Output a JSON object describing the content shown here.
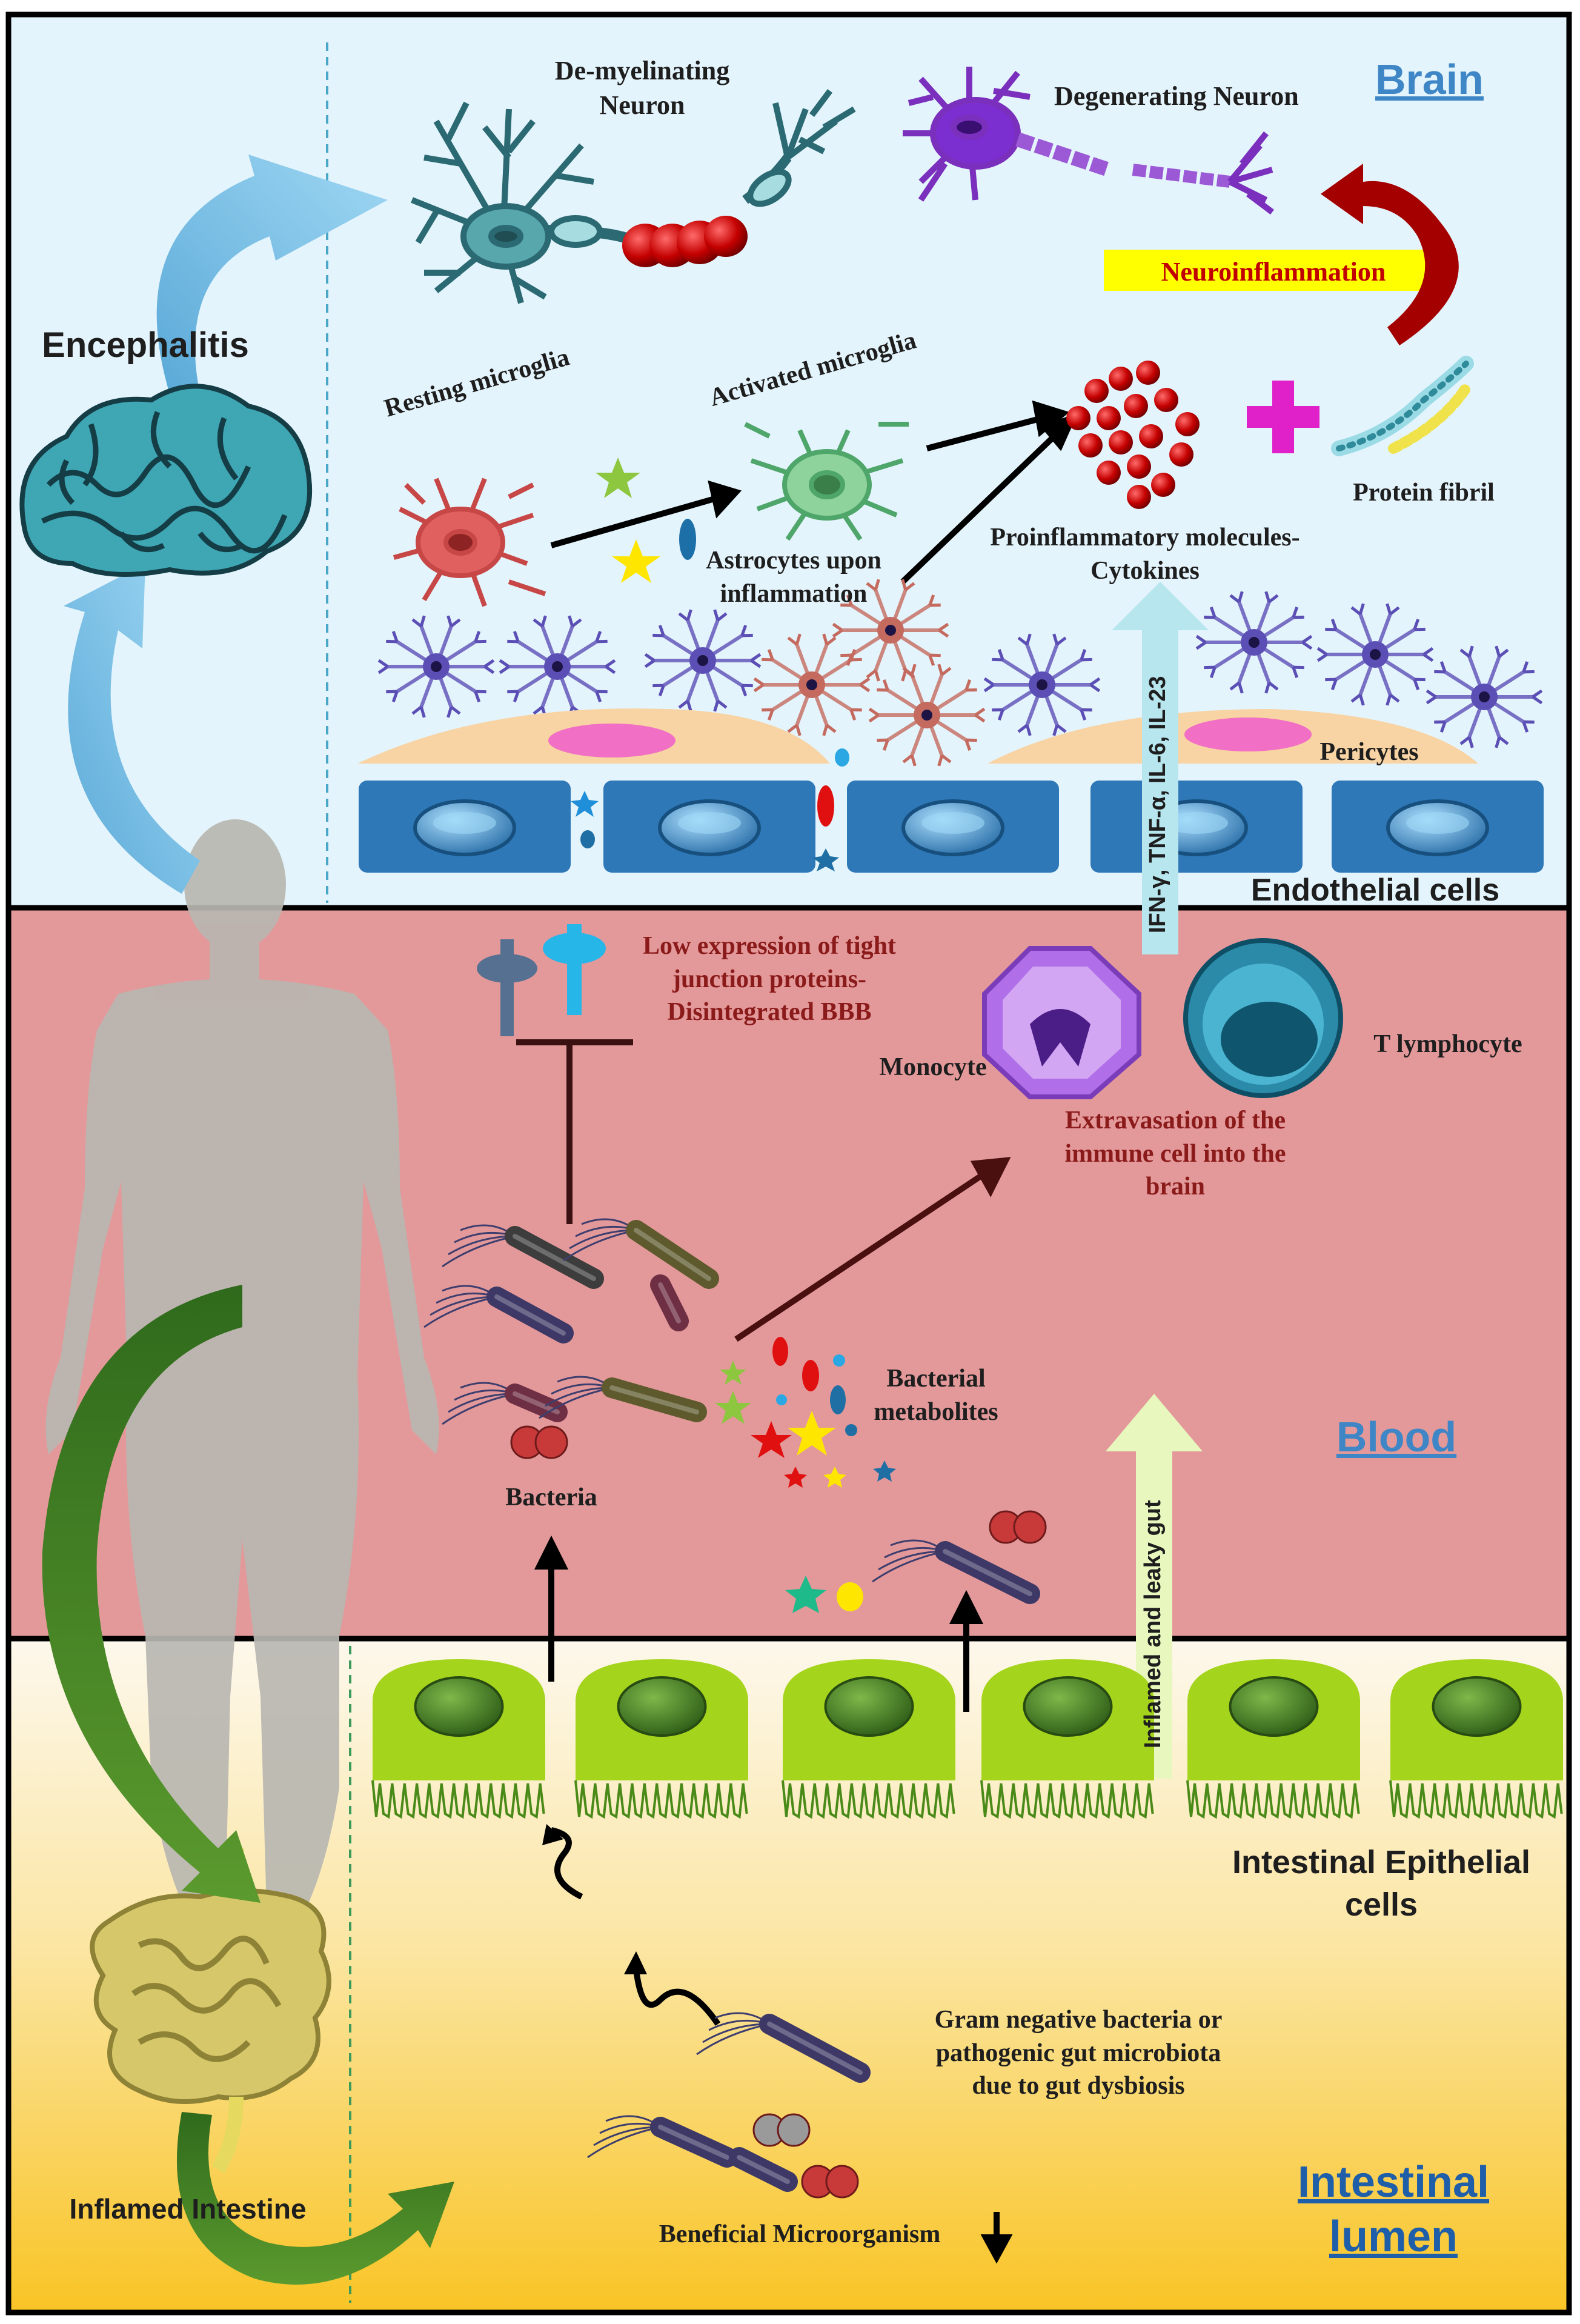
{
  "sections": {
    "brain": "Brain",
    "blood": "Blood",
    "lumen": "Intestinal\nlumen"
  },
  "labels": {
    "encephalitis": "Encephalitis",
    "demyelinating": "De-myelinating\nNeuron",
    "degenerating": "Degenerating Neuron",
    "neuroinflammation": "Neuroinflammation",
    "resting_microglia": "Resting microglia",
    "activated_microglia": "Activated microglia",
    "astrocytes": "Astrocytes upon\ninflammation",
    "proinflammatory": "Proinflammatory molecules-\nCytokines",
    "protein_fibril": "Protein fibril",
    "pericytes": "Pericytes",
    "endothelial": "Endothelial cells",
    "cytokine_list": "IFN-γ, TNF-α, IL-6, IL-23",
    "tight_junction": "Low expression of tight\njunction proteins-\nDisintegrated BBB",
    "monocyte": "Monocyte",
    "t_lymphocyte": "T lymphocyte",
    "extravasation": "Extravasation of the\nimmune cell into the\nbrain",
    "bacterial_metabolites": "Bacterial\nmetabolites",
    "bacteria": "Bacteria",
    "leaky_gut": "Inflamed and leaky gut",
    "intestinal_epithelial": "Intestinal Epithelial\ncells",
    "gram_negative": "Gram negative bacteria or\npathogenic gut microbiota\ndue to gut dysbiosis",
    "beneficial": "Beneficial Microorganism",
    "inflamed_intestine": "Inflamed Intestine"
  },
  "colors": {
    "brain_bg": "#e4f4fc",
    "blood_bg": "#e3999a",
    "lumen_top": "#fdf8ec",
    "lumen_bottom": "#f9c425",
    "endothelial": "#2e78b8",
    "epithelial": "#a5d41c",
    "neuroinflammation_bg": "#ffff00",
    "neuroinflammation_text": "#c00000"
  }
}
